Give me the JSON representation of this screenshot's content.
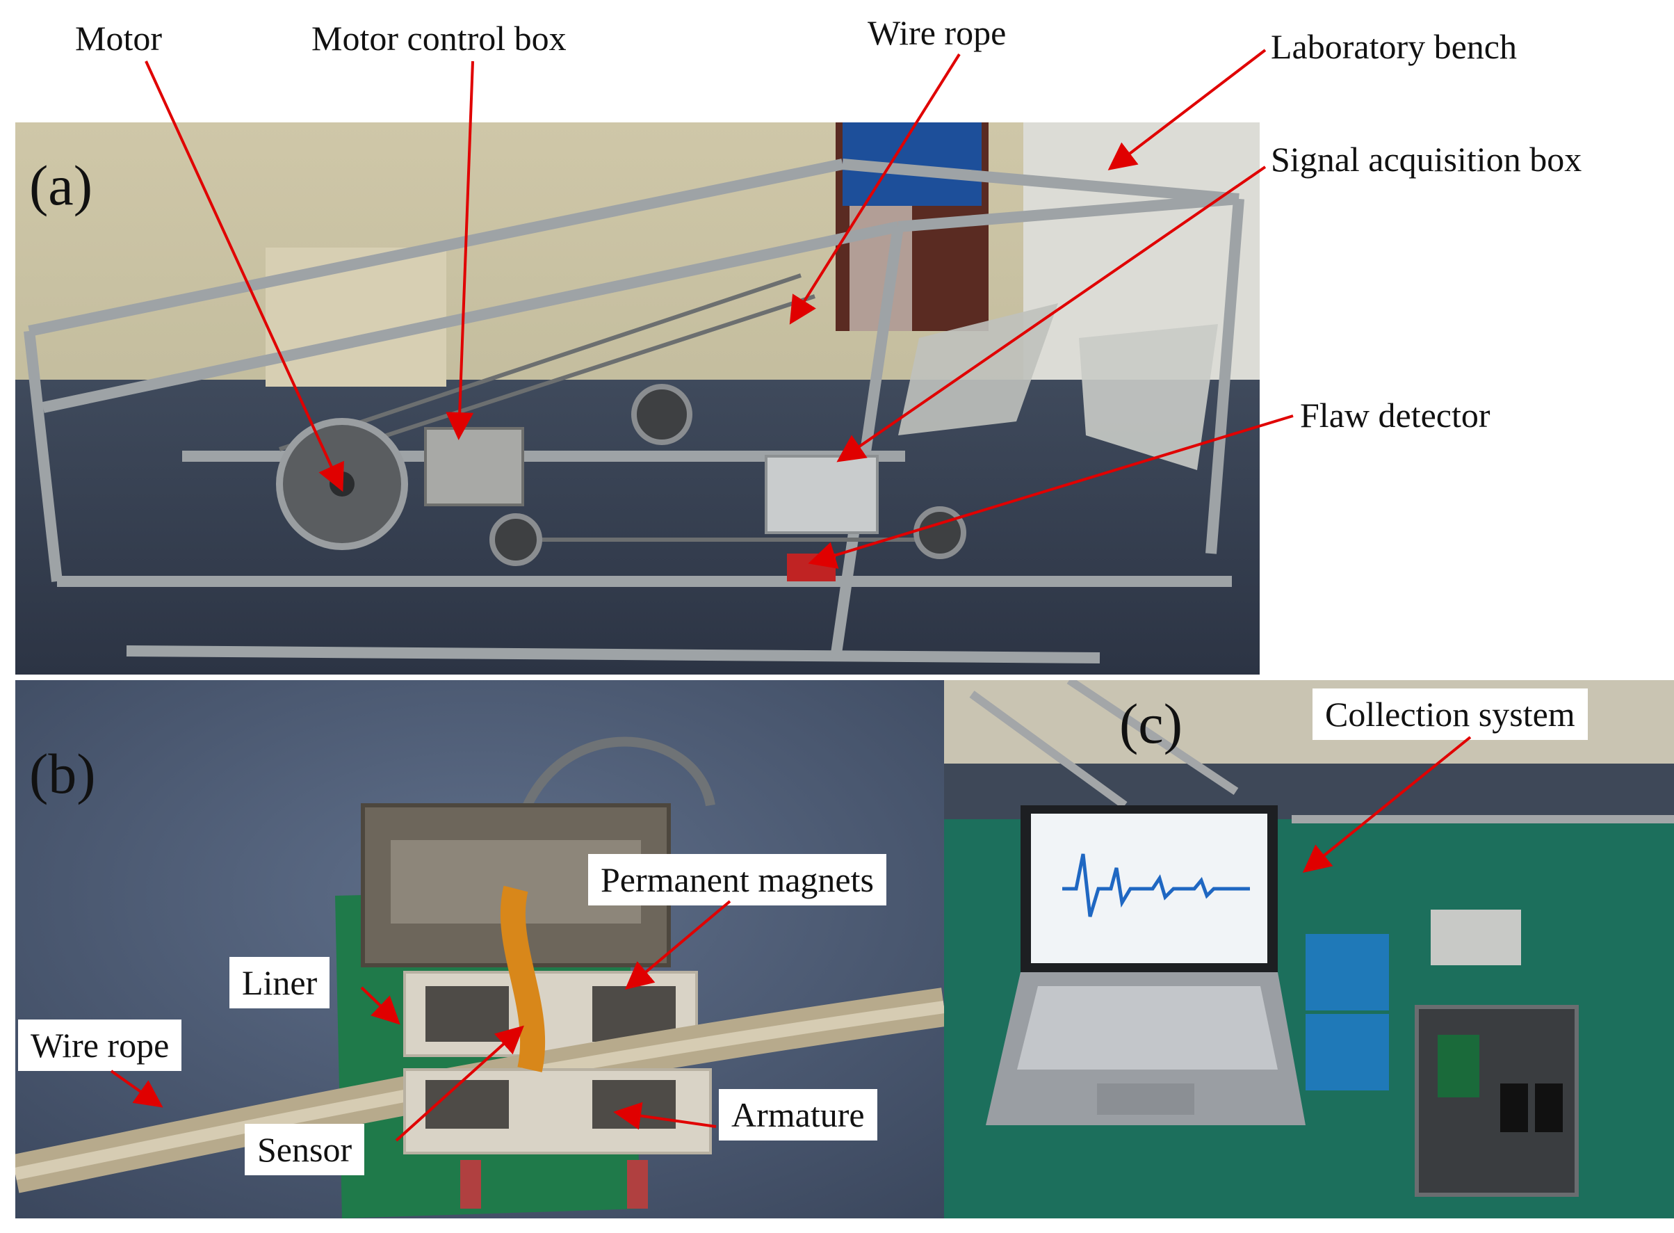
{
  "panels": {
    "a": {
      "letter": "(a)"
    },
    "b": {
      "letter": "(b)"
    },
    "c": {
      "letter": "(c)"
    }
  },
  "labels_a": {
    "motor": "Motor",
    "motor_control_box": "Motor control box",
    "wire_rope": "Wire rope",
    "laboratory_bench": "Laboratory bench",
    "signal_acquisition_box": "Signal acquisition box",
    "flaw_detector": "Flaw detector"
  },
  "labels_b": {
    "permanent_magnets": "Permanent magnets",
    "liner": "Liner",
    "wire_rope": "Wire rope",
    "sensor": "Sensor",
    "armature": "Armature"
  },
  "labels_c": {
    "collection_system": "Collection system"
  },
  "colors": {
    "arrow": "#e00000",
    "label_text": "#111111",
    "label_box": "#ffffff"
  }
}
